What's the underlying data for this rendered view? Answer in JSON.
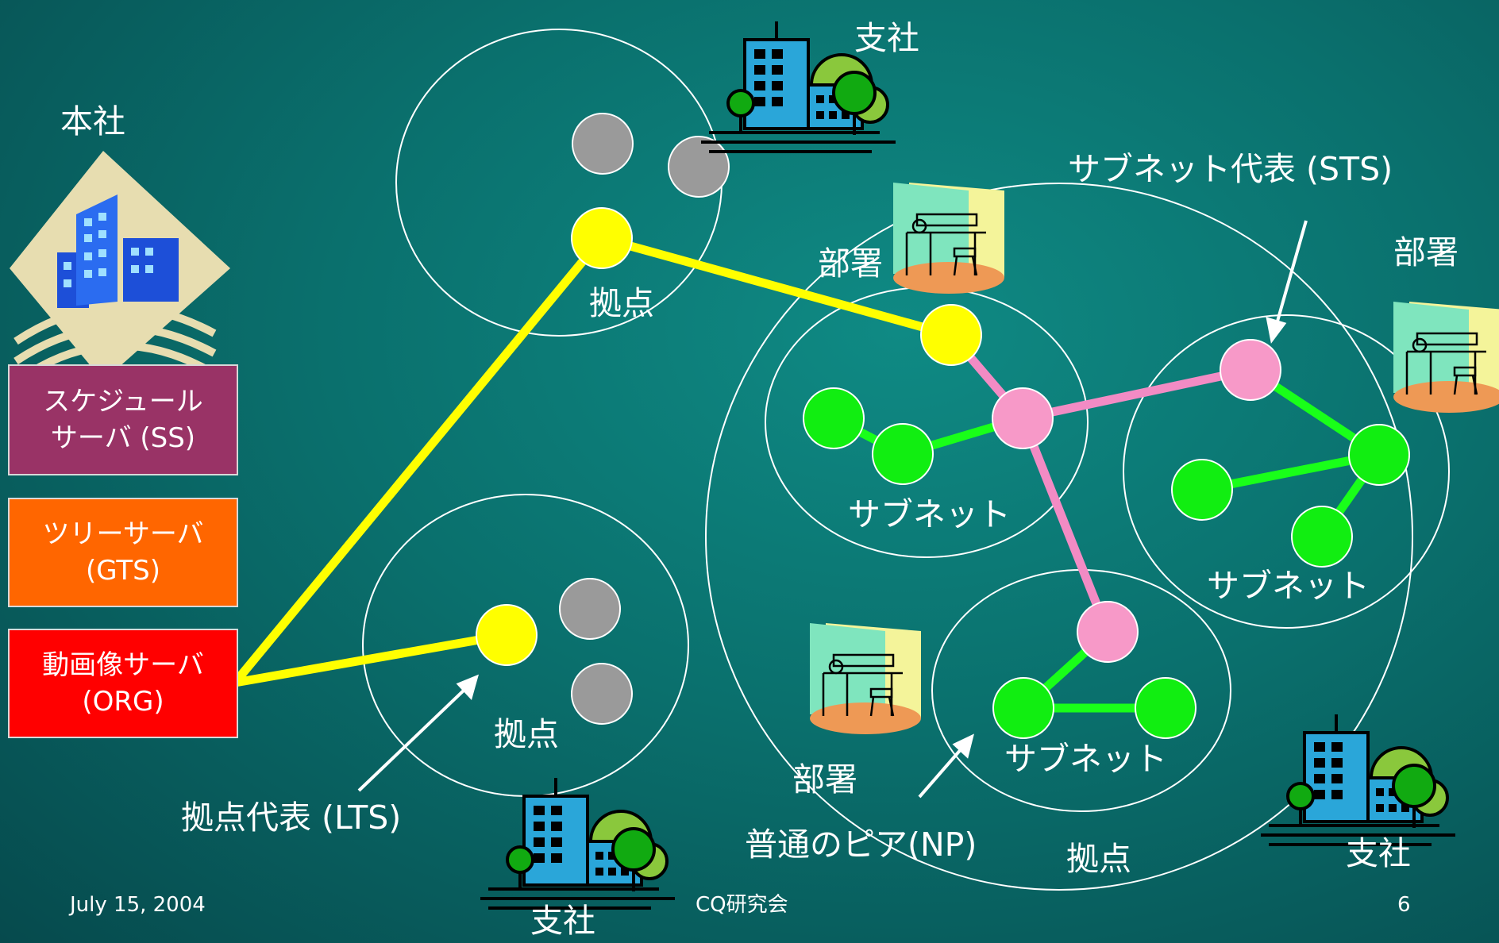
{
  "colors": {
    "background": "#0a706d",
    "lts_line": "#ffff00",
    "sts_line": "#f28bc4",
    "np_line": "#19ff19",
    "lts_node": "#ffff00",
    "sts_node": "#f799c8",
    "np_node": "#11ee11",
    "idle_node": "#9a9a9a",
    "ss_box": "#993366",
    "gts_box": "#ff6600",
    "org_box": "#ff0000"
  },
  "icons": [
    "headquarters-building-icon",
    "branch-office-icon",
    "department-desk-icon"
  ],
  "labels": {
    "honsha": "本社",
    "shisha": "支社",
    "kyoten": "拠点",
    "busho": "部署",
    "subnet": "サブネット",
    "sts_annotation": "サブネット代表 (STS)",
    "lts_annotation": "拠点代表 (LTS)",
    "np_annotation": "普通のピア(NP)"
  },
  "servers": {
    "ss": {
      "line1": "スケジュール",
      "line2": "サーバ (SS)"
    },
    "gts": {
      "line1": "ツリーサーバ",
      "line2": "(GTS)"
    },
    "org": {
      "line1": "動画像サーバ",
      "line2": "(ORG)"
    }
  },
  "footer": {
    "date": "July 15, 2004",
    "center": "CQ研究会",
    "page": "6"
  }
}
